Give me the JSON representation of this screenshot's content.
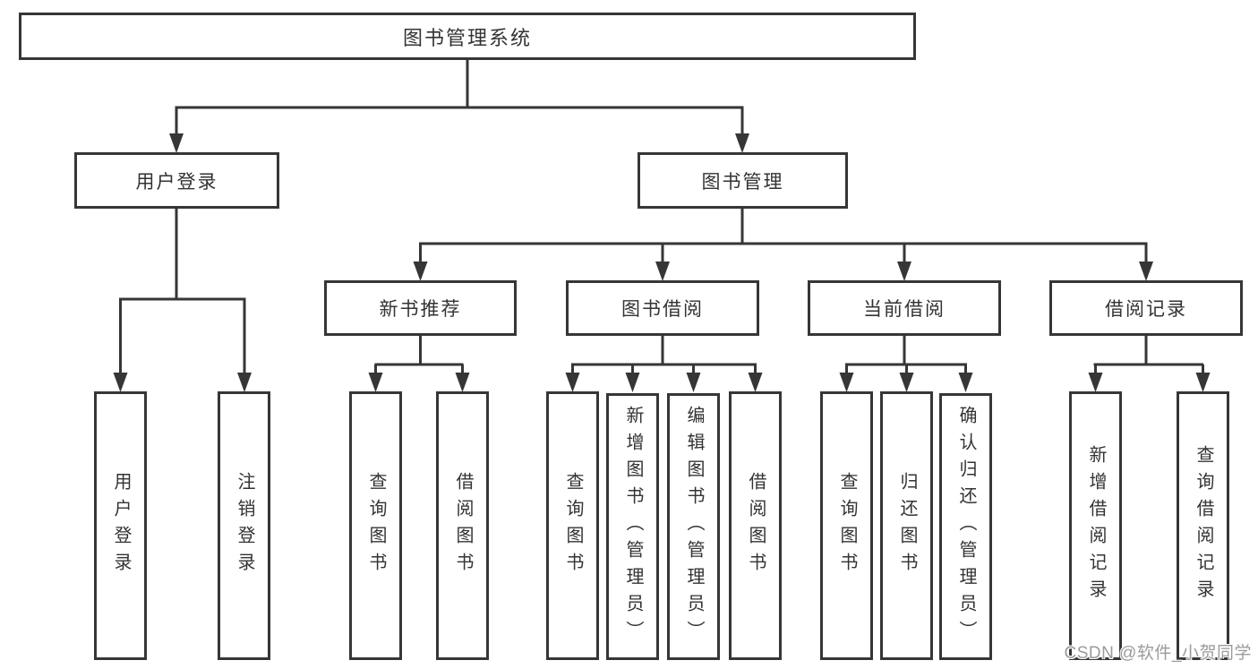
{
  "diagram_title": "图书管理系统",
  "colors": {
    "line": "#363636",
    "box_border": "#363636",
    "text": "#333333",
    "watermark": "#9b9b9b",
    "background": "#ffffff"
  },
  "nodes": {
    "root": "图书管理系统",
    "login_group": "用户登录",
    "book_mgmt": "图书管理",
    "new_book": "新书推荐",
    "borrow": "图书借阅",
    "current": "当前借阅",
    "record": "借阅记录",
    "leaf_user_login": "用户登录",
    "leaf_logout": "注销登录",
    "leaf_nb_query": "查询图书",
    "leaf_nb_borrow": "借阅图书",
    "leaf_bb_query": "查询图书",
    "leaf_bb_add": "新增图书（管理员）",
    "leaf_bb_edit": "编辑图书（管理员）",
    "leaf_bb_borrow": "借阅图书",
    "leaf_cb_query": "查询图书",
    "leaf_cb_return": "归还图书",
    "leaf_cb_confirm": "确认归还（管理员）",
    "leaf_br_add": "新增借阅记录",
    "leaf_br_query": "查询借阅记录"
  },
  "watermark": "CSDN @软件_小贺同学"
}
